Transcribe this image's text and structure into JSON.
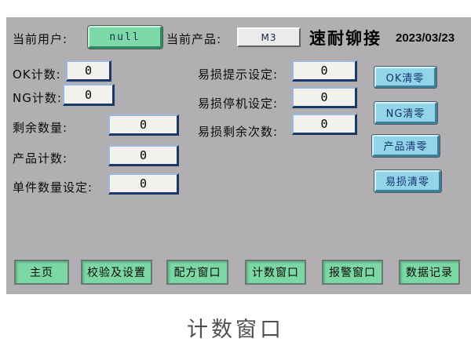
{
  "header": {
    "current_user_label": "当前用户:",
    "user_button_label": "null",
    "current_product_label": "当前产品:",
    "product_value": "M3",
    "brand": "速耐铆接",
    "date": "2023/03/23"
  },
  "left_rows": [
    {
      "label": "OK计数:",
      "value": "0"
    },
    {
      "label": "NG计数:",
      "value": "0"
    },
    {
      "label": "剩余数量:",
      "value": "0"
    },
    {
      "label": "产品计数:",
      "value": "0"
    },
    {
      "label": "单件数量设定:",
      "value": "0"
    }
  ],
  "middle_rows": [
    {
      "label": "易损提示设定:",
      "value": "0"
    },
    {
      "label": "易损停机设定:",
      "value": "0"
    },
    {
      "label": "易损剩余次数:",
      "value": "0"
    }
  ],
  "clear_buttons": [
    {
      "label": "OK清零"
    },
    {
      "label": "NG清零"
    },
    {
      "label": "产品清零"
    },
    {
      "label": "易损清零"
    }
  ],
  "nav_buttons": [
    {
      "label": "主页"
    },
    {
      "label": "校验及设置"
    },
    {
      "label": "配方窗口"
    },
    {
      "label": "计数窗口"
    },
    {
      "label": "报警窗口"
    },
    {
      "label": "数据记录"
    }
  ],
  "caption": "计数窗口",
  "colors": {
    "panel_bg": "#b2afb2",
    "green_button": "#7bd8a5",
    "blue_button": "#92d4e8",
    "field_border_dark": "#1a3868",
    "field_bg": "#f2f1ee"
  }
}
